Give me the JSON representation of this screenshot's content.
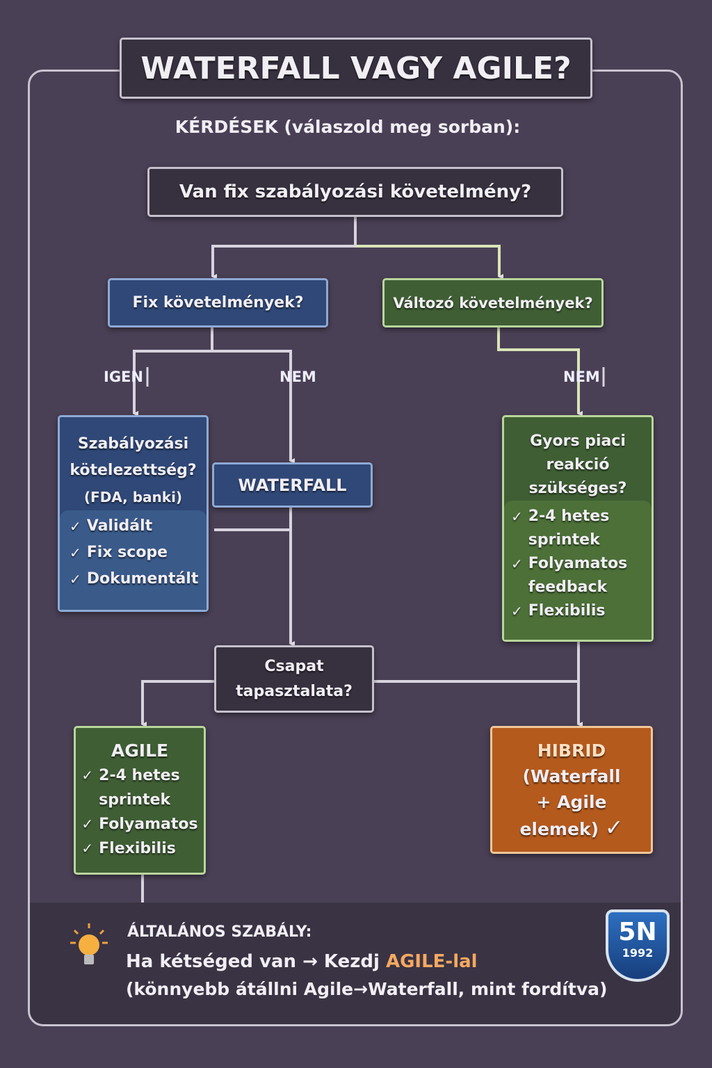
{
  "title": "WATERFALL VAGY AGILE?",
  "subtitle": "KÉRDÉSEK (válaszold meg sorban):",
  "q1": "Van fix szabályozási követelmény?",
  "fixed": "Fix követelmények?",
  "changing": "Változó követelmények?",
  "labels": {
    "yes": "IGEN",
    "no_left": "NEM",
    "no_right": "NEM"
  },
  "regulatory": {
    "lines": [
      "Szabályozási",
      "kötelezettség?",
      "(FDA, banki)"
    ],
    "checks": [
      "Validált",
      "Fix scope",
      "Dokumentált"
    ]
  },
  "waterfall": "WATERFALL",
  "market": {
    "lines": [
      "Gyors piaci",
      "reakció",
      "szükséges?"
    ],
    "checks": [
      "2-4 hetes sprintek",
      "Folyamatos feedback",
      "Flexibilis"
    ]
  },
  "team": [
    "Csapat",
    "tapasztalata?"
  ],
  "agile": {
    "title": "AGILE",
    "checks": [
      "2-4 hetes sprintek",
      "Folyamatos",
      "Flexibilis"
    ]
  },
  "hybrid": [
    "HIBRID",
    "(Waterfall",
    "+ Agile",
    "elemek)"
  ],
  "rule": {
    "heading": "ÁLTALÁNOS SZABÁLY:",
    "line1_a": "Ha kétséged van → Kezdj ",
    "line1_b": "AGILE",
    "line1_c": "-lal",
    "line2": "(könnyebb átállni Agile→Waterfall, mint fordítva)"
  },
  "logo": {
    "mark": "5N",
    "year": "1992"
  },
  "check": "✓"
}
